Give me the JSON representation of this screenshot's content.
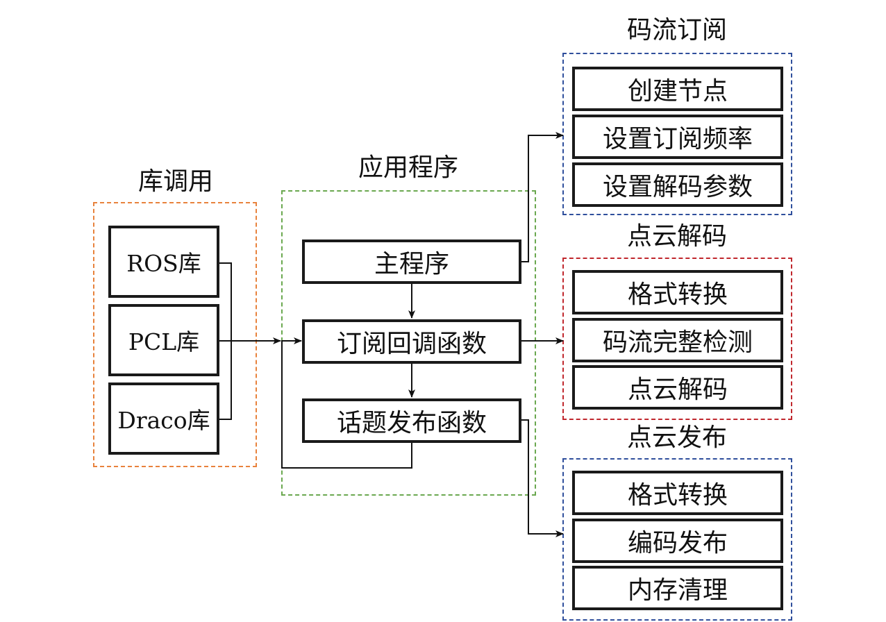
{
  "groups": {
    "library": {
      "title": "库调用",
      "color": "#e8823c",
      "items": [
        "ROS库",
        "PCL库",
        "Draco库"
      ]
    },
    "app": {
      "title": "应用程序",
      "color": "#6aa84f",
      "items": [
        "主程序",
        "订阅回调函数",
        "话题发布函数"
      ]
    },
    "stream_sub": {
      "title": "码流订阅",
      "color": "#2f4f9c",
      "items": [
        "创建节点",
        "设置订阅频率",
        "设置解码参数"
      ]
    },
    "decode": {
      "title": "点云解码",
      "color": "#c0272d",
      "items": [
        "格式转换",
        "码流完整检测",
        "点云解码"
      ]
    },
    "publish": {
      "title": "点云发布",
      "color": "#2f4f9c",
      "items": [
        "格式转换",
        "编码发布",
        "内存清理"
      ]
    }
  }
}
